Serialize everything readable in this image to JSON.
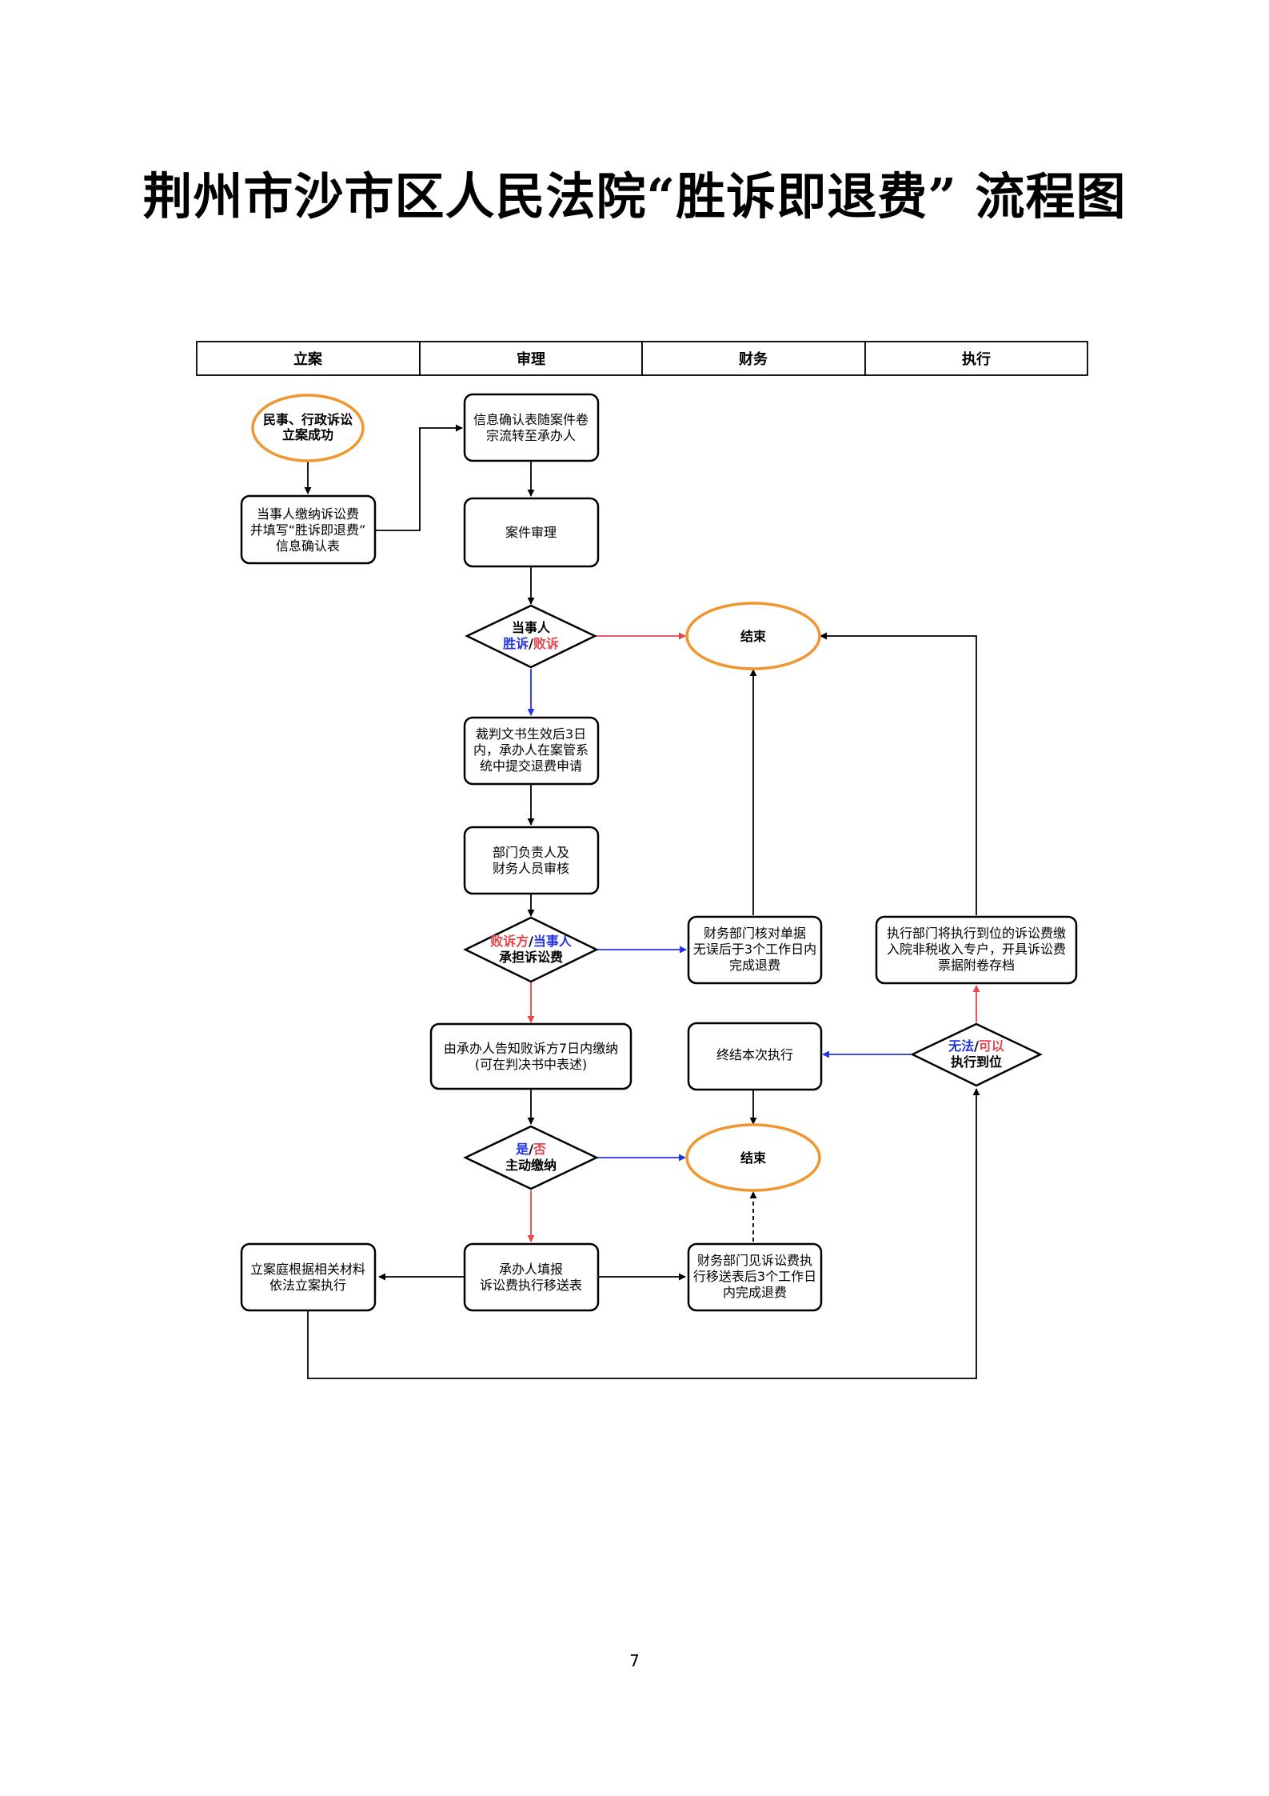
{
  "title": "荆州市沙市区人民法院“胜诉即退费” 流程图",
  "page_number": "7",
  "colors": {
    "oval_border": "#f0962f",
    "red": "#e8444b",
    "blue": "#2233e0",
    "line": "#000000"
  },
  "lanes": [
    "立案",
    "审理",
    "财务",
    "执行"
  ],
  "nodes": {
    "start": {
      "lines": [
        "民事、行政诉讼",
        "立案成功"
      ]
    },
    "pay_fee": {
      "lines": [
        "当事人缴纳诉讼费",
        "并填写“胜诉即退费”",
        "信息确认表"
      ]
    },
    "info_transfer": {
      "lines": [
        "信息确认表随案件卷",
        "宗流转至承办人"
      ]
    },
    "trial": {
      "lines": [
        "案件审理"
      ]
    },
    "win_lose": {
      "line1": "当事人",
      "win": "胜诉",
      "sep": "/",
      "lose": "败诉"
    },
    "end1": {
      "label": "结束"
    },
    "submit_refund": {
      "lines": [
        "裁判文书生效后3日",
        "内，承办人在案管系",
        "统中提交退费申请"
      ]
    },
    "dept_review": {
      "lines": [
        "部门负责人及",
        "财务人员审核"
      ]
    },
    "who_bears": {
      "loser": "败诉方",
      "sep": "/",
      "party": "当事人",
      "line2": "承担诉讼费"
    },
    "finance_refund": {
      "lines": [
        "财务部门核对单据",
        "无误后于3个工作日内",
        "完成退费"
      ]
    },
    "exec_transfer": {
      "lines": [
        "执行部门将执行到位的诉讼费缴",
        "入院非税收入专户，开具诉讼费",
        "票据附卷存档"
      ]
    },
    "notify_loser": {
      "lines": [
        "由承办人告知败诉方7日内缴纳",
        "(可在判决书中表述)"
      ]
    },
    "terminate": {
      "lines": [
        "终结本次执行"
      ]
    },
    "exec_result": {
      "fail": "无法",
      "sep": "/",
      "ok": "可以",
      "line2": "执行到位"
    },
    "pay_decision": {
      "yes": "是",
      "sep": "/",
      "no": "否",
      "line2": "主动缴纳"
    },
    "end2": {
      "label": "结束"
    },
    "court_filing": {
      "lines": [
        "立案庭根据相关材料",
        "依法立案执行"
      ]
    },
    "fill_transfer": {
      "lines": [
        "承办人填报",
        "诉讼费执行移送表"
      ]
    },
    "finance_refund2": {
      "lines": [
        "财务部门见诉讼费执",
        "行移送表后3个工作日",
        "内完成退费"
      ]
    }
  }
}
